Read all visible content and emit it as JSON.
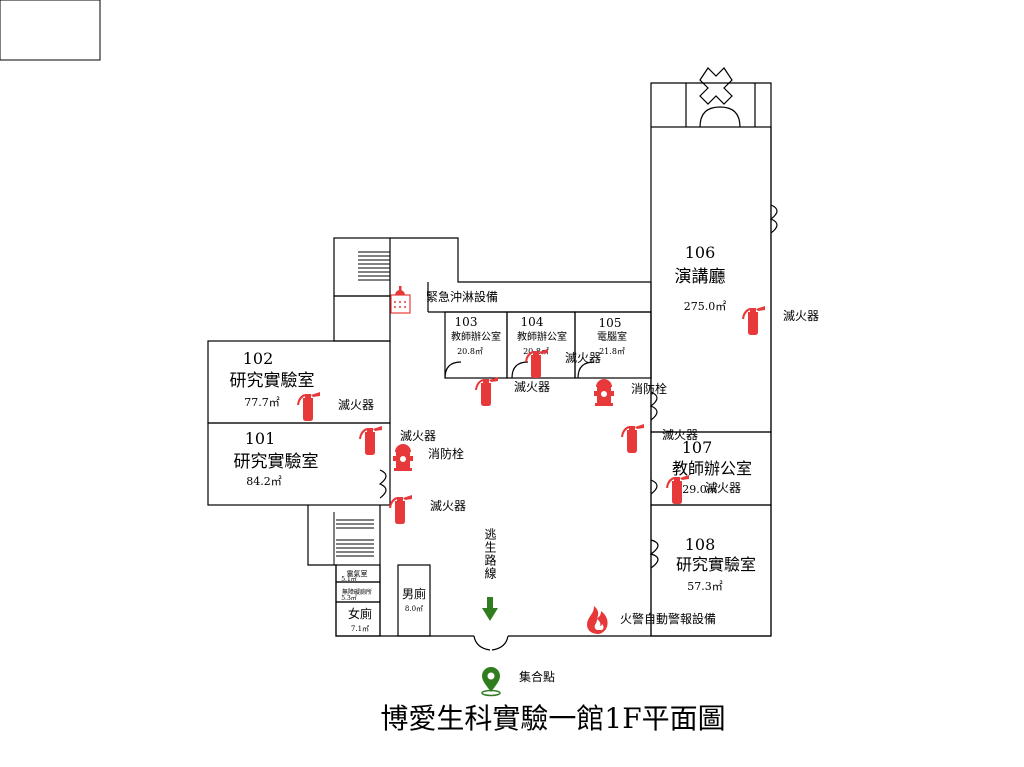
{
  "title": "博愛生科實驗一館1F平面圖",
  "colors": {
    "red": "#e8393a",
    "green": "#2f7d1f",
    "wall": "#000000",
    "bg": "#ffffff"
  },
  "rooms": {
    "r106": {
      "number": "106",
      "name": "演講廳",
      "area": "275.0㎡"
    },
    "r102": {
      "number": "102",
      "name": "研究實驗室",
      "area": "77.7㎡"
    },
    "r101": {
      "number": "101",
      "name": "研究實驗室",
      "area": "84.2㎡"
    },
    "r103": {
      "number": "103",
      "name": "教師辦公室",
      "area": "20.8㎡"
    },
    "r104": {
      "number": "104",
      "name": "教師辦公室",
      "area": "20.8㎡"
    },
    "r105": {
      "number": "105",
      "name": "電腦室",
      "area": "21.8㎡"
    },
    "r107": {
      "number": "107",
      "name": "教師辦公室",
      "area": "29.0㎡"
    },
    "r108": {
      "number": "108",
      "name": "研究實驗室",
      "area": "57.3㎡"
    },
    "electric": {
      "name": "電氣室",
      "area": "5.1㎡"
    },
    "accessible": {
      "name": "無障礙廁所",
      "area": "5.3㎡"
    },
    "female": {
      "name": "女廁",
      "area": "7.1㎡"
    },
    "male": {
      "name": "男廁",
      "area": "8.0㎡"
    }
  },
  "labels": {
    "extinguisher": "滅火器",
    "hydrant": "消防栓",
    "shower": "緊急沖淋設備",
    "fire_alarm": "火警自動警報設備",
    "escape_route": "逃生路線",
    "assembly": "集合點"
  },
  "icons": {
    "extinguisher": "fire-extinguisher-icon",
    "hydrant": "fire-hydrant-icon",
    "shower": "emergency-shower-icon",
    "fire_alarm": "flame-icon",
    "escape_arrow": "arrow-down-icon",
    "assembly": "map-pin-icon"
  }
}
